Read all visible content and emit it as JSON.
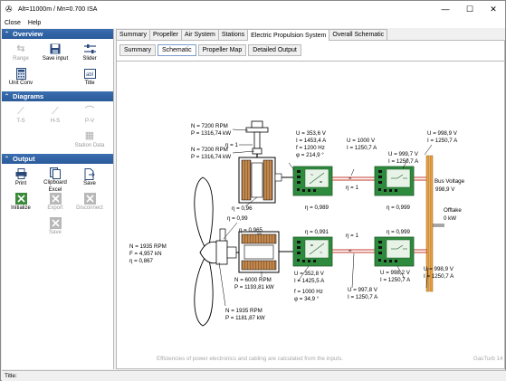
{
  "window": {
    "title": "Alt=11000m / Mn=0.700 ISA",
    "minimize": "—",
    "maximize": "☐",
    "close": "✕"
  },
  "menu": {
    "close": "Close",
    "help": "Help"
  },
  "sidebar": {
    "overview": {
      "title": "Overview",
      "items": [
        {
          "label": "Range",
          "icon": "range-icon",
          "enabled": false
        },
        {
          "label": "Save input",
          "icon": "save-icon",
          "enabled": true
        },
        {
          "label": "Slider",
          "icon": "slider-icon",
          "enabled": true
        },
        {
          "label": "Unit Conv",
          "icon": "calculator-icon",
          "enabled": true
        },
        {
          "label": "Title",
          "icon": "title-icon",
          "enabled": true
        }
      ]
    },
    "diagrams": {
      "title": "Diagrams",
      "items": [
        {
          "label": "T-S",
          "icon": "ts-diagram-icon",
          "enabled": false
        },
        {
          "label": "H-S",
          "icon": "hs-diagram-icon",
          "enabled": false
        },
        {
          "label": "P-V",
          "icon": "pv-diagram-icon",
          "enabled": false
        },
        {
          "label": "Station Data",
          "icon": "station-data-icon",
          "enabled": false
        }
      ]
    },
    "output": {
      "title": "Output",
      "items": [
        {
          "label": "Print",
          "icon": "printer-icon",
          "enabled": true
        },
        {
          "label": "Clipboard",
          "icon": "clipboard-icon",
          "enabled": true
        },
        {
          "label": "Save",
          "icon": "save-file-icon",
          "enabled": true
        },
        {
          "label": "Excel",
          "icon": "excel-icon",
          "enabled": true
        },
        {
          "label": "Initialize",
          "icon": "initialize-icon",
          "enabled": true
        },
        {
          "label": "Export",
          "icon": "export-icon",
          "enabled": false
        },
        {
          "label": "Disconnect",
          "icon": "disconnect-icon",
          "enabled": false
        },
        {
          "label": "Save",
          "icon": "save-disabled-icon",
          "enabled": false
        }
      ]
    }
  },
  "tabs": [
    "Summary",
    "Propeller",
    "Air System",
    "Stations",
    "Electric Propulsion System",
    "Overall Schematic"
  ],
  "active_tab": "Electric Propulsion System",
  "subtabs": [
    "Summary",
    "Schematic",
    "Propeller Map",
    "Detailed Output"
  ],
  "active_subtab": "Schematic",
  "schematic": {
    "gen_n1": "N = 7200 RPM",
    "gen_p1": "P = 1316,74 kW",
    "gen_n2": "N = 7200 RPM",
    "gen_p2": "P = 1316,74 kW",
    "eta_gear_top": "η = 1",
    "eta_gen": "η = 0,96",
    "rect_u": "U = 353,6 V",
    "rect_i": "I = 1453,4 A",
    "rect_f": "f = 1200 Hz",
    "rect_phi": "φ = 214,9 °",
    "eta_rect": "η = 0,989",
    "cable1_u": "U = 1000 V",
    "cable1_i": "I = 1250,7 A",
    "eta_cable1": "η = 1",
    "dcdc1_u": "U = 999,7 V",
    "dcdc1_i": "I = 1250,7 A",
    "eta_dcdc1": "η = 0,999",
    "bus_u1": "U = 998,9 V",
    "bus_i1": "I = 1250,7 A",
    "bus_voltage_label": "Bus Voltage",
    "bus_voltage": "998,9 V",
    "offtake_label": "Offtake",
    "offtake": "0 kW",
    "prop_n": "N = 1935 RPM",
    "prop_f": "F = 4,957 kN",
    "prop_eta": "η = 0,867",
    "eta_prop_shaft": "η = 0,99",
    "eta_motor_gear": "η = 0,965",
    "motor_n": "N = 6000 RPM",
    "motor_p": "P = 1193,81 kW",
    "prop_shaft_n": "N = 1935 RPM",
    "prop_shaft_p": "P = 1181,87 kW",
    "eta_inv": "η = 0,991",
    "eta_cable2": "η = 1",
    "eta_dcdc2": "η = 0,999",
    "inv_u": "U = 352,8 V",
    "inv_i": "I = 1425,5 A",
    "inv_f": "f = 1000 Hz",
    "inv_phi": "φ = 34,9 °",
    "cable2_u": "U = 997,8 V",
    "cable2_i": "I = 1250,7 A",
    "dcdc2_u": "U = 998,2 V",
    "dcdc2_i": "I = 1250,7 A",
    "bus_u2": "U = 998,9 V",
    "bus_i2": "I = 1250,7 A",
    "footnote": "Efficiencies of power electronics and cabling are calculated from the inputs.",
    "brand": "GasTurb 14"
  },
  "colors": {
    "sidebar_header": "#2a5a9a",
    "electronics_green": "#2e8b3e",
    "cable_red": "#c0392b",
    "bus_orange": "#e8a040"
  },
  "status": {
    "label": "Title:"
  }
}
